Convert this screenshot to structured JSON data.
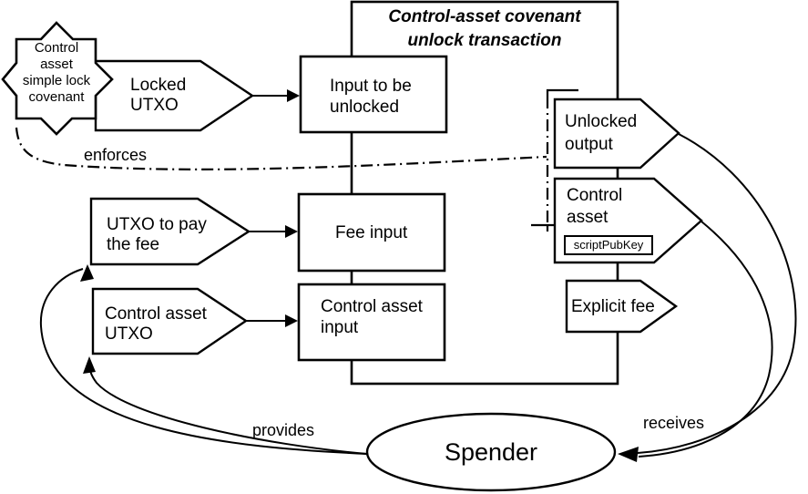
{
  "diagram": {
    "title": "Control-asset covenant\nunlock transaction",
    "nodes": {
      "covenant_star": {
        "label": "Control\nasset\nsimple lock\ncovenant"
      },
      "locked_utxo": {
        "label": "Locked\nUTXO"
      },
      "input_to_be_unlocked": {
        "label": "Input to be\nunlocked"
      },
      "utxo_to_pay_fee": {
        "label": "UTXO to pay\nthe fee"
      },
      "fee_input": {
        "label": "Fee input"
      },
      "control_asset_utxo": {
        "label": "Control asset\nUTXO"
      },
      "control_asset_input": {
        "label": "Control asset\ninput"
      },
      "unlocked_output": {
        "label": "Unlocked\noutput"
      },
      "control_asset_output": {
        "label": "Control\nasset",
        "script_pub_key": "scriptPubKey"
      },
      "explicit_fee": {
        "label": "Explicit fee"
      },
      "spender": {
        "label": "Spender"
      }
    },
    "edges": {
      "enforces": {
        "label": "enforces"
      },
      "provides": {
        "label": "provides"
      },
      "receives": {
        "label": "receives"
      }
    },
    "colors": {
      "stroke": "#000000",
      "shape_fill": "#ffffff",
      "background": "#ffffff"
    }
  }
}
